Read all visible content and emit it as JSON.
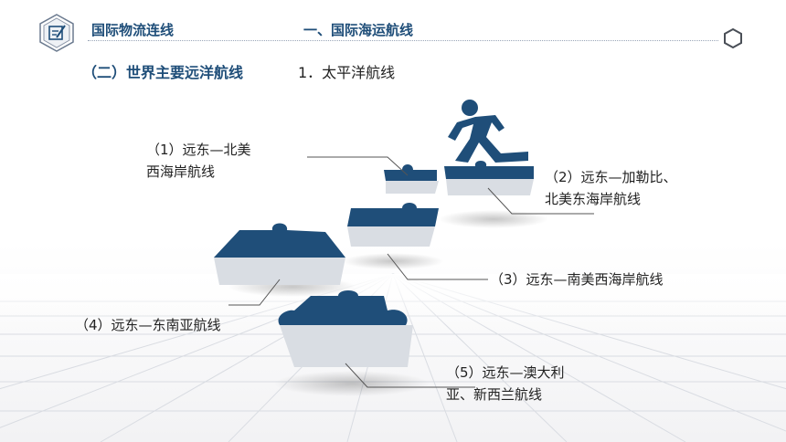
{
  "header": {
    "section": "国际物流连线",
    "chapter": "一、国际海运航线",
    "icon": "pen-note-icon"
  },
  "subtitle": "（二）世界主要远洋航线",
  "route_title": "1．太平洋航线",
  "routes": [
    {
      "line1": "（1）远东—北美",
      "line2": "西海岸航线"
    },
    {
      "line1": "（2）远东—加勒比、",
      "line2": "北美东海岸航线"
    },
    {
      "line1": "（3）远东—南美西海岸航线"
    },
    {
      "line1": "（4）远东—东南亚航线"
    },
    {
      "line1": "（5）远东—澳大利",
      "line2": "亚、新西兰航线"
    }
  ],
  "colors": {
    "accent": "#1f4e79",
    "puzzle_top": "#1f4e79",
    "puzzle_side": "#d9dde3",
    "text": "#222222"
  }
}
